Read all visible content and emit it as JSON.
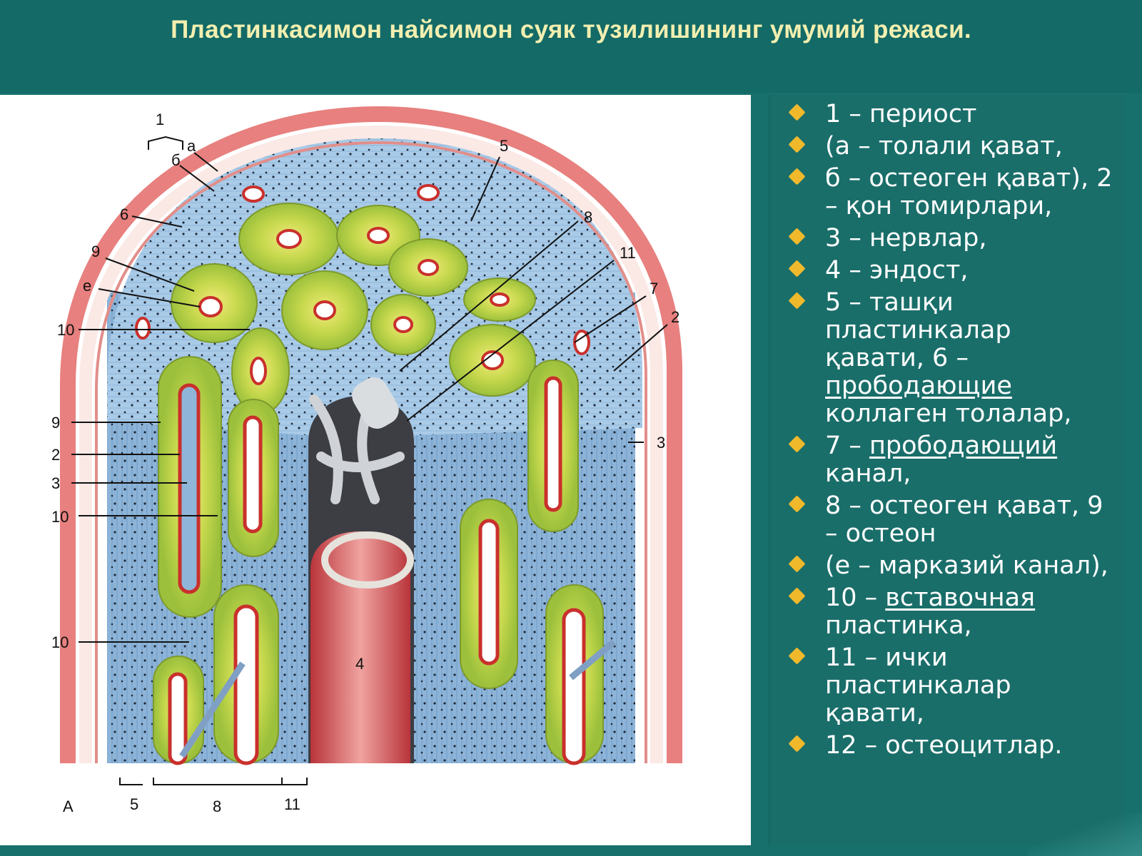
{
  "title": "Пластинкасимон найсимон суяк тузилишининг умумий режаси.",
  "legend": [
    {
      "parts": [
        {
          "t": "1 – периост"
        }
      ]
    },
    {
      "parts": [
        {
          "t": "(а – толали қават,"
        }
      ]
    },
    {
      "parts": [
        {
          "t": "б – остеоген қават), 2 – қон томирлари,"
        }
      ]
    },
    {
      "parts": [
        {
          "t": "3 – нервлар,"
        }
      ]
    },
    {
      "parts": [
        {
          "t": "4 – эндост,"
        }
      ]
    },
    {
      "parts": [
        {
          "t": "5 – ташқи пластинкалар қавати, 6 – "
        },
        {
          "t": "прободающие",
          "u": true
        },
        {
          "t": " коллаген толалар,"
        }
      ]
    },
    {
      "parts": [
        {
          "t": "7 – "
        },
        {
          "t": "прободающий",
          "u": true
        },
        {
          "t": " канал,"
        }
      ]
    },
    {
      "parts": [
        {
          "t": "8 – остеоген қават, 9 – остеон"
        }
      ]
    },
    {
      "parts": [
        {
          "t": "(е – марказий канал),"
        }
      ]
    },
    {
      "parts": [
        {
          "t": "10 – "
        },
        {
          "t": "вставочная",
          "u": true
        },
        {
          "t": " пластинка,"
        }
      ]
    },
    {
      "parts": [
        {
          "t": "11 – ички пластинкалар қавати,"
        }
      ]
    },
    {
      "parts": [
        {
          "t": "12 – остеоцитлар."
        }
      ]
    }
  ],
  "figure": {
    "labels": {
      "l1": "1",
      "la": "а",
      "lb": "б",
      "l5top": "5",
      "l6": "6",
      "l8top": "8",
      "l9top": "9",
      "l11top": "11",
      "le": "е",
      "l7": "7",
      "l10a": "10",
      "l2right": "2",
      "l9b": "9",
      "l2b": "2",
      "l3b": "3",
      "l3right": "3",
      "l10b": "10",
      "l10c": "10",
      "l4": "4",
      "lA": "А",
      "l5bot": "5",
      "l8bot": "8",
      "l11bot": "11"
    },
    "colors": {
      "periosteum": "#e87a7a",
      "bone_blue": "#9ec3e2",
      "osteon_green": "#b9d245",
      "vessel_red": "#c9302c",
      "endosteum": "#d9807c"
    }
  }
}
